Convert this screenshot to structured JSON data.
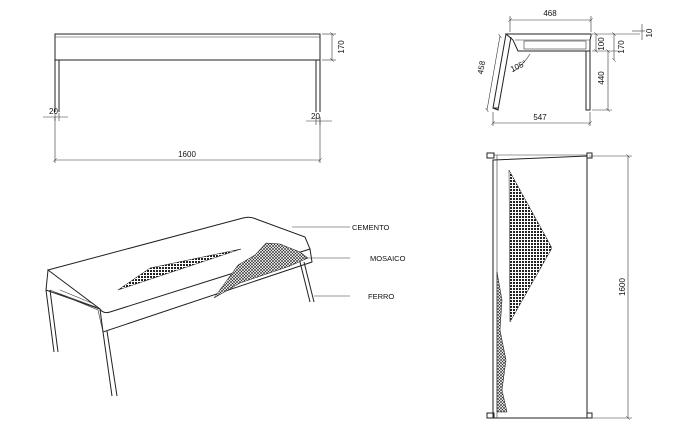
{
  "front_view": {
    "dim_width": "1600",
    "dim_height": "170",
    "dim_leg_left": "20",
    "dim_leg_right": "20"
  },
  "side_view": {
    "dim_top": "468",
    "dim_bottom": "547",
    "dim_diag": "458",
    "dim_angle": "105°",
    "dim_100": "100",
    "dim_170": "170",
    "dim_10": "10",
    "dim_440": "440"
  },
  "top_view": {
    "dim_length": "1600"
  },
  "perspective": {
    "labels": {
      "cemento": "CEMENTO",
      "mosaico": "MOSAICO",
      "ferro": "FERRO"
    }
  }
}
